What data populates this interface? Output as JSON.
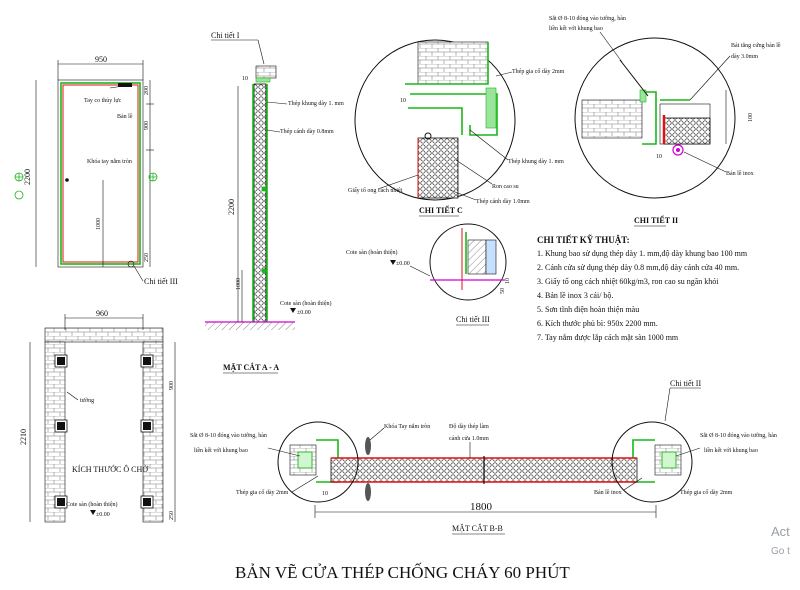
{
  "title": "BẢN VẼ CỬA THÉP CHỐNG CHÁY 60 PHÚT",
  "watermark": {
    "line1": "Act",
    "line2": "Go t"
  },
  "door_elevation": {
    "width": "950",
    "height": "2200",
    "dim_200": "200",
    "dim_900": "900",
    "dim_1000": "1000",
    "dim_250": "250",
    "label_handle": "Tay co thủy lực",
    "label_hinge": "Bản lề",
    "label_lock": "Khóa tay nắm tròn",
    "detail_ref": "Chi tiết III"
  },
  "opening": {
    "width": "960",
    "height": "2210",
    "dim_900": "900",
    "dim_250": "250",
    "label_wall": "tường",
    "label_title": "KÍCH THƯỚC Ô CHỜ",
    "floor_label": "Cote sàn (hoàn thiện)",
    "floor_level": "±0.00"
  },
  "section_aa": {
    "detail_ref": "Chi tiết I",
    "dim_10": "10",
    "dim_2200": "2200",
    "dim_1000": "1000",
    "label_frame": "Thép khung dày 1. mm",
    "label_leaf": "Thép cánh dày 0.8mm",
    "floor_label": "Cote sàn (hoàn thiện)",
    "floor_level": "±0.00",
    "caption": "MẶT CẮT A - A"
  },
  "detail_c": {
    "caption": "CHI TIẾT C",
    "dim_10": "10",
    "label_shim": "Thép gia cố dày 2mm",
    "label_frame": "Thép khung dày 1. mm",
    "label_honey": "Giấy tổ ong cách nhiệt",
    "label_seal": "Ron cao su",
    "label_leaf": "Thép cánh dày 1.0mm"
  },
  "detail_ii": {
    "caption": "CHI TIẾT II",
    "label_anchor1": "Sắt Ø 8-10 đóng vào tường, hàn",
    "label_anchor2": "liền kết với khung bao",
    "label_plate1": "Bát tăng cứng bản lề",
    "label_plate2": "dày 3.0mm",
    "dim_100": "100",
    "dim_10": "10",
    "label_hinge": "Bản lề inox"
  },
  "detail_iii": {
    "caption": "Chi tiết III",
    "floor_label": "Cote sàn (hoàn thiện)",
    "floor_level": "±0.00",
    "dim_50": "50",
    "dim_10": "10"
  },
  "specs": {
    "heading": "CHI TIẾT KỸ THUẬT:",
    "lines": [
      "1. Khung bao sử dụng thép dày 1.  mm,độ dày khung bao 100         mm",
      "2. Cánh cửa sử dụng thép dày 0.8  mm,độ dày cánh cửa 40 mm.",
      "3. Giấy tổ ong cách nhiệt 60kg/m3, ron cao su ngăn khói",
      "4. Bản lề inox 3 cái/ bộ.",
      "5. Sơn tĩnh điện hoàn thiện  màu",
      "6. Kích thước phủ bì: 950x 2200 mm.",
      "7. Tay nắm  được lắp cách mặt sàn 1000 mm"
    ]
  },
  "section_bb": {
    "caption": "MẶT CẮT B-B",
    "dim_1800": "1800",
    "dim_10": "10",
    "detail_ref": "Chi tiết II",
    "label_anchor_l1": "Sắt Ø 8-10 đóng vào tường, hàn",
    "label_anchor_l2": "liền kết với khung bao",
    "label_anchor_r1": "Sắt Ø 8-10 đóng vào tường, hàn",
    "label_anchor_r2": "liền kết với khung bao",
    "label_lock": "Khóa Tay nắm tròn",
    "label_leaf1": "Độ dày thép làm",
    "label_leaf2": "cánh cửa 1.0mm",
    "label_shim": "Thép gia cố dày 2mm",
    "label_hinge": "Bản lề inox",
    "label_shim_r": "Thép gia cố dày 2mm"
  },
  "colors": {
    "line": "#111111",
    "frame": "#19b819",
    "leaf": "#e01010",
    "accent": "#d000d0"
  }
}
